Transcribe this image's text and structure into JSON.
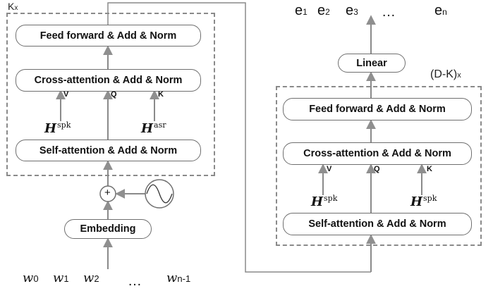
{
  "encoder": {
    "repeat_label": "K",
    "repeat_sub": "x",
    "feed_forward": "Feed forward & Add & Norm",
    "cross_attention": "Cross-attention & Add & Norm",
    "self_attention": "Self-attention & Add & Norm",
    "kvq": {
      "v": "V",
      "q": "Q",
      "k": "K"
    },
    "h_left": {
      "base": "H",
      "sup": "spk"
    },
    "h_right": {
      "base": "H",
      "sup": "asr"
    },
    "embedding": "Embedding",
    "plus": "+"
  },
  "decoder": {
    "repeat_label": "(D-K)",
    "repeat_sub": "x",
    "linear": "Linear",
    "feed_forward": "Feed forward & Add & Norm",
    "cross_attention": "Cross-attention & Add & Norm",
    "self_attention": "Self-attention & Add & Norm",
    "kvq": {
      "v": "V",
      "q": "Q",
      "k": "K"
    },
    "h_left": {
      "base": "H",
      "sup": "spk"
    },
    "h_right": {
      "base": "H",
      "sup": "spk"
    }
  },
  "inputs": [
    {
      "base": "w",
      "sub": "0"
    },
    {
      "base": "w",
      "sub": "1"
    },
    {
      "base": "w",
      "sub": "2"
    },
    {
      "ellipsis": "…"
    },
    {
      "base": "w",
      "sub": "n-1"
    }
  ],
  "outputs": [
    {
      "base": "e",
      "sub": "1"
    },
    {
      "base": "e",
      "sub": "2"
    },
    {
      "base": "e",
      "sub": "3"
    },
    {
      "ellipsis": "…"
    },
    {
      "base": "e",
      "sub": "n"
    }
  ],
  "colors": {
    "line": "#8a8a8a",
    "arrow": "#8f8f8f",
    "box_border": "#6f6f6f"
  }
}
